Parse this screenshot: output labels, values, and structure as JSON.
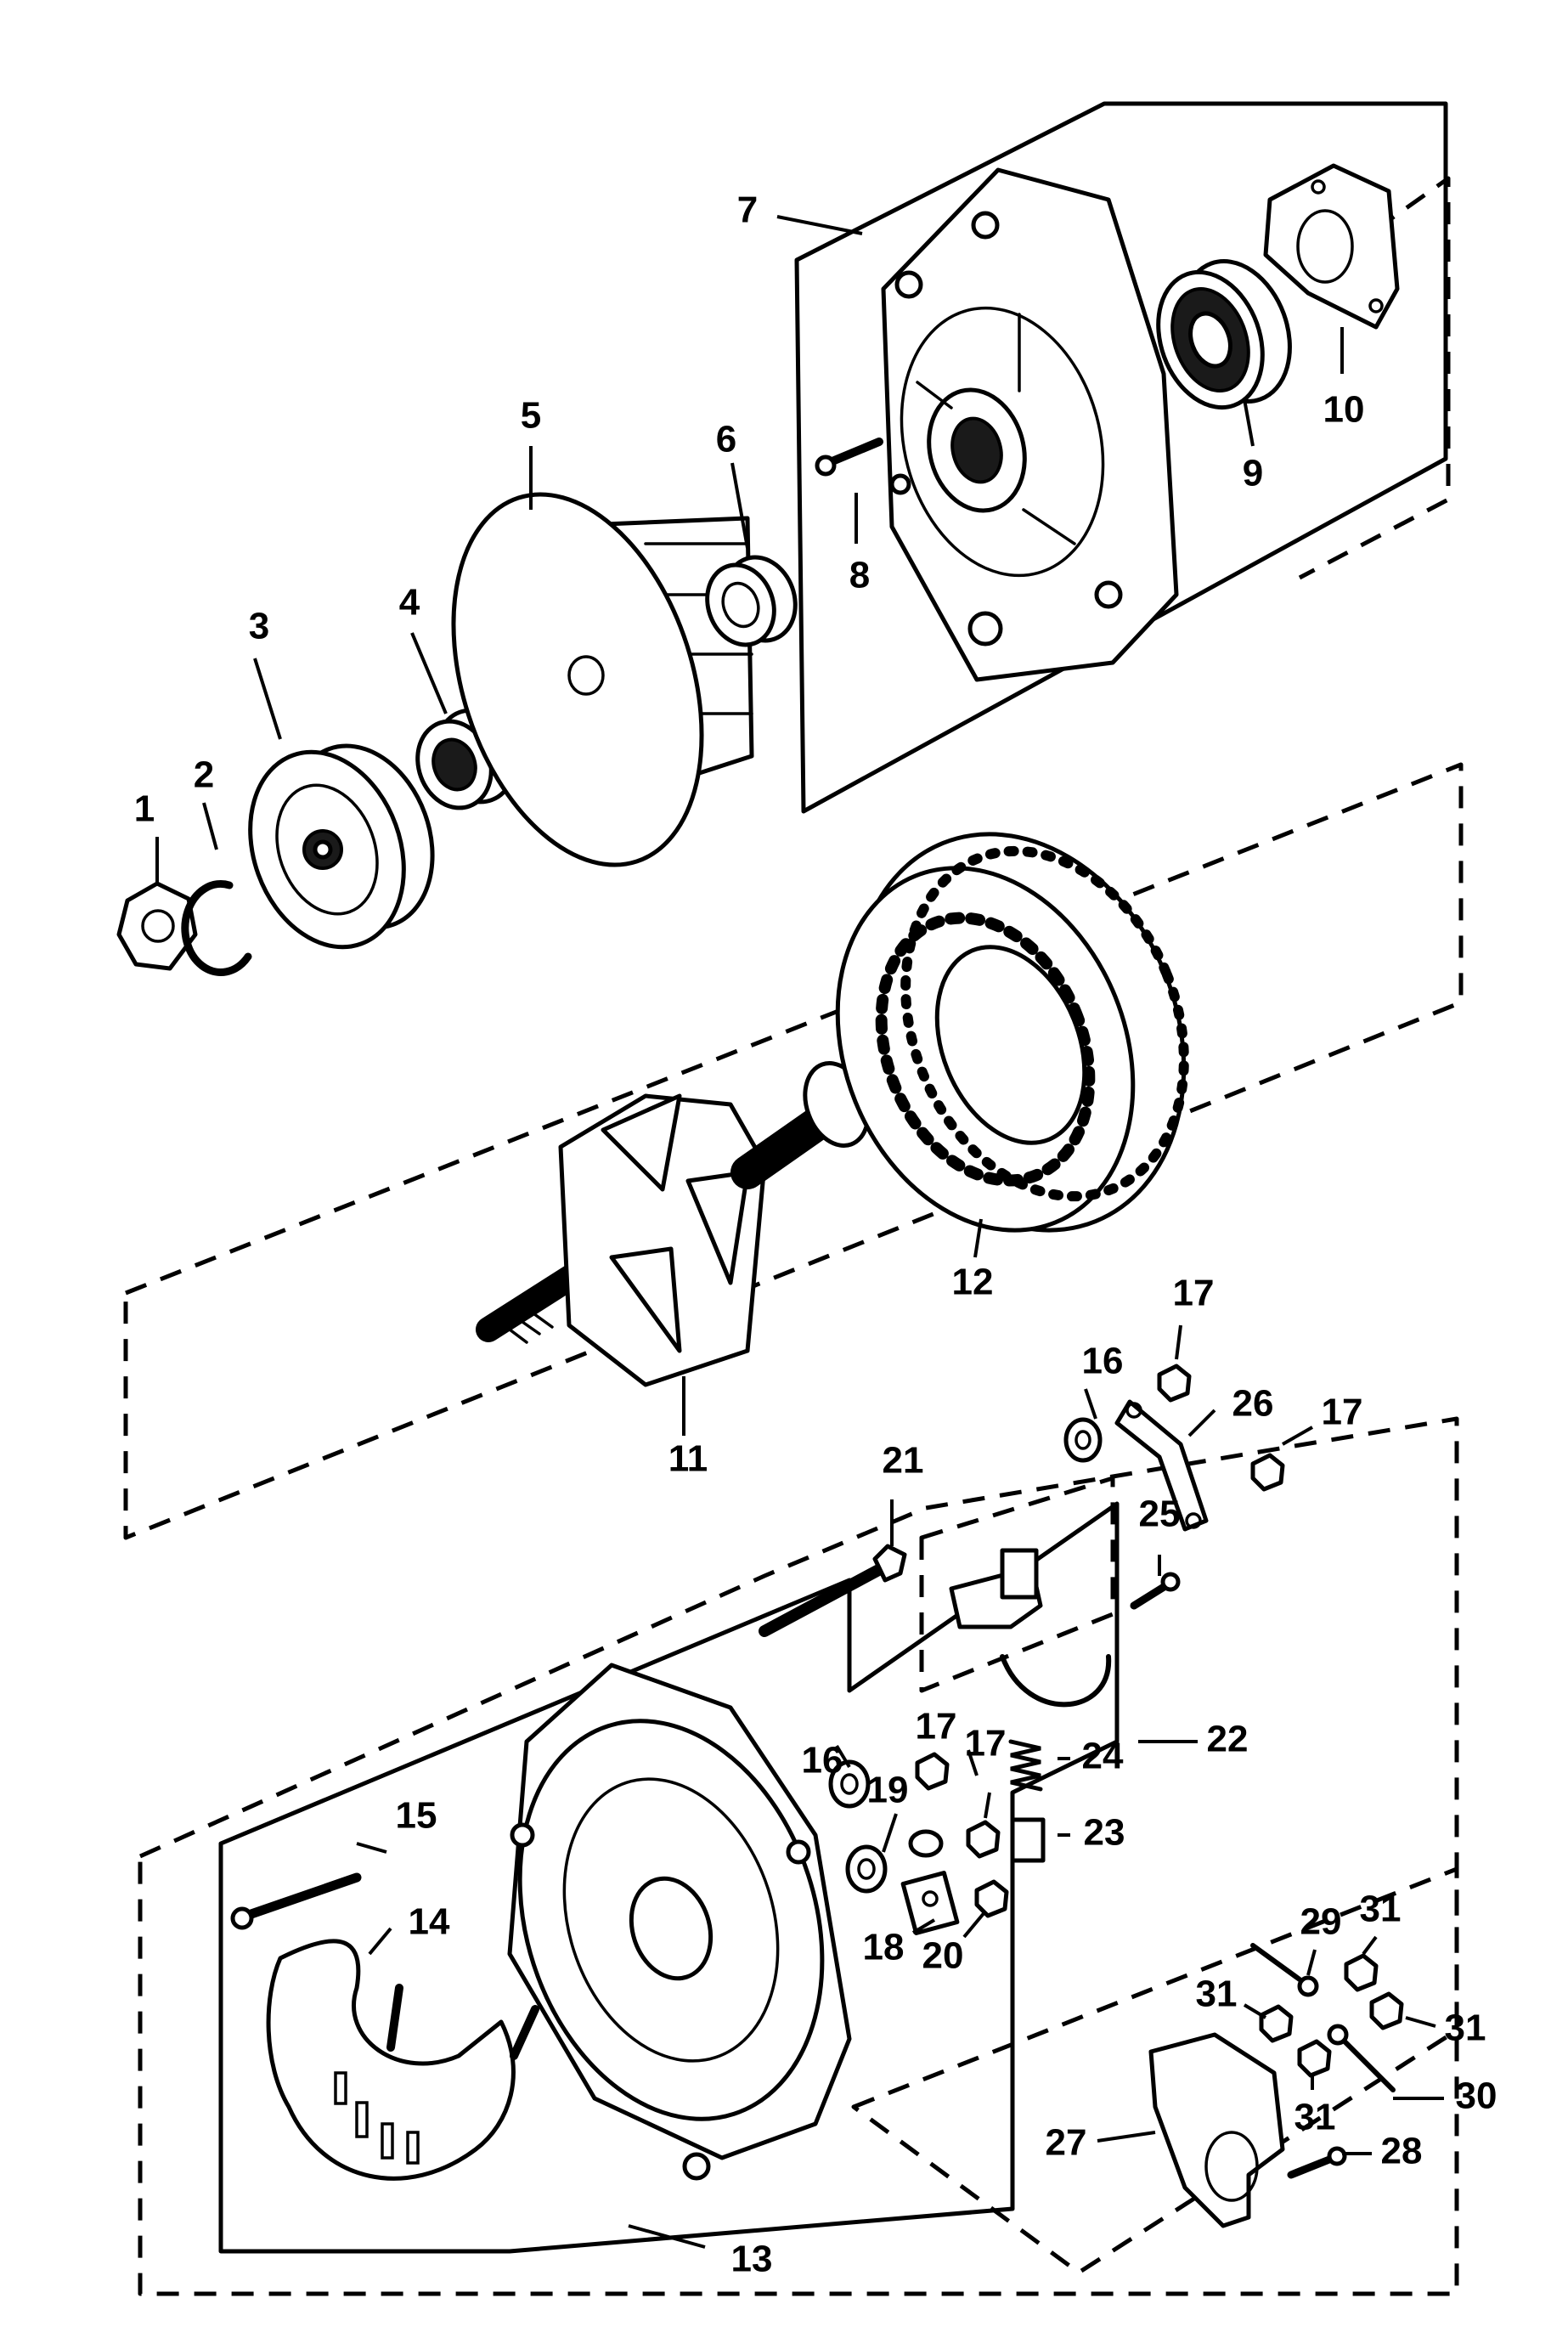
{
  "diagram": {
    "callouts": [
      {
        "id": "label-1",
        "text": "1"
      },
      {
        "id": "label-2",
        "text": "2"
      },
      {
        "id": "label-3",
        "text": "3"
      },
      {
        "id": "label-4",
        "text": "4"
      },
      {
        "id": "label-5",
        "text": "5"
      },
      {
        "id": "label-6",
        "text": "6"
      },
      {
        "id": "label-7",
        "text": "7"
      },
      {
        "id": "label-8",
        "text": "8"
      },
      {
        "id": "label-9",
        "text": "9"
      },
      {
        "id": "label-10",
        "text": "10"
      },
      {
        "id": "label-11",
        "text": "11"
      },
      {
        "id": "label-12",
        "text": "12"
      },
      {
        "id": "label-13",
        "text": "13"
      },
      {
        "id": "label-14",
        "text": "14"
      },
      {
        "id": "label-15",
        "text": "15"
      },
      {
        "id": "label-16a",
        "text": "16"
      },
      {
        "id": "label-16b",
        "text": "16"
      },
      {
        "id": "label-17a",
        "text": "17"
      },
      {
        "id": "label-17b",
        "text": "17"
      },
      {
        "id": "label-17c",
        "text": "17"
      },
      {
        "id": "label-17d",
        "text": "17"
      },
      {
        "id": "label-18",
        "text": "18"
      },
      {
        "id": "label-19",
        "text": "19"
      },
      {
        "id": "label-20",
        "text": "20"
      },
      {
        "id": "label-21",
        "text": "21"
      },
      {
        "id": "label-22",
        "text": "22"
      },
      {
        "id": "label-23",
        "text": "23"
      },
      {
        "id": "label-24",
        "text": "24"
      },
      {
        "id": "label-25",
        "text": "25"
      },
      {
        "id": "label-26",
        "text": "26"
      },
      {
        "id": "label-27",
        "text": "27"
      },
      {
        "id": "label-28",
        "text": "28"
      },
      {
        "id": "label-29",
        "text": "29"
      },
      {
        "id": "label-30",
        "text": "30"
      },
      {
        "id": "label-31a",
        "text": "31"
      },
      {
        "id": "label-31b",
        "text": "31"
      },
      {
        "id": "label-31c",
        "text": "31"
      },
      {
        "id": "label-31d",
        "text": "31"
      }
    ]
  }
}
